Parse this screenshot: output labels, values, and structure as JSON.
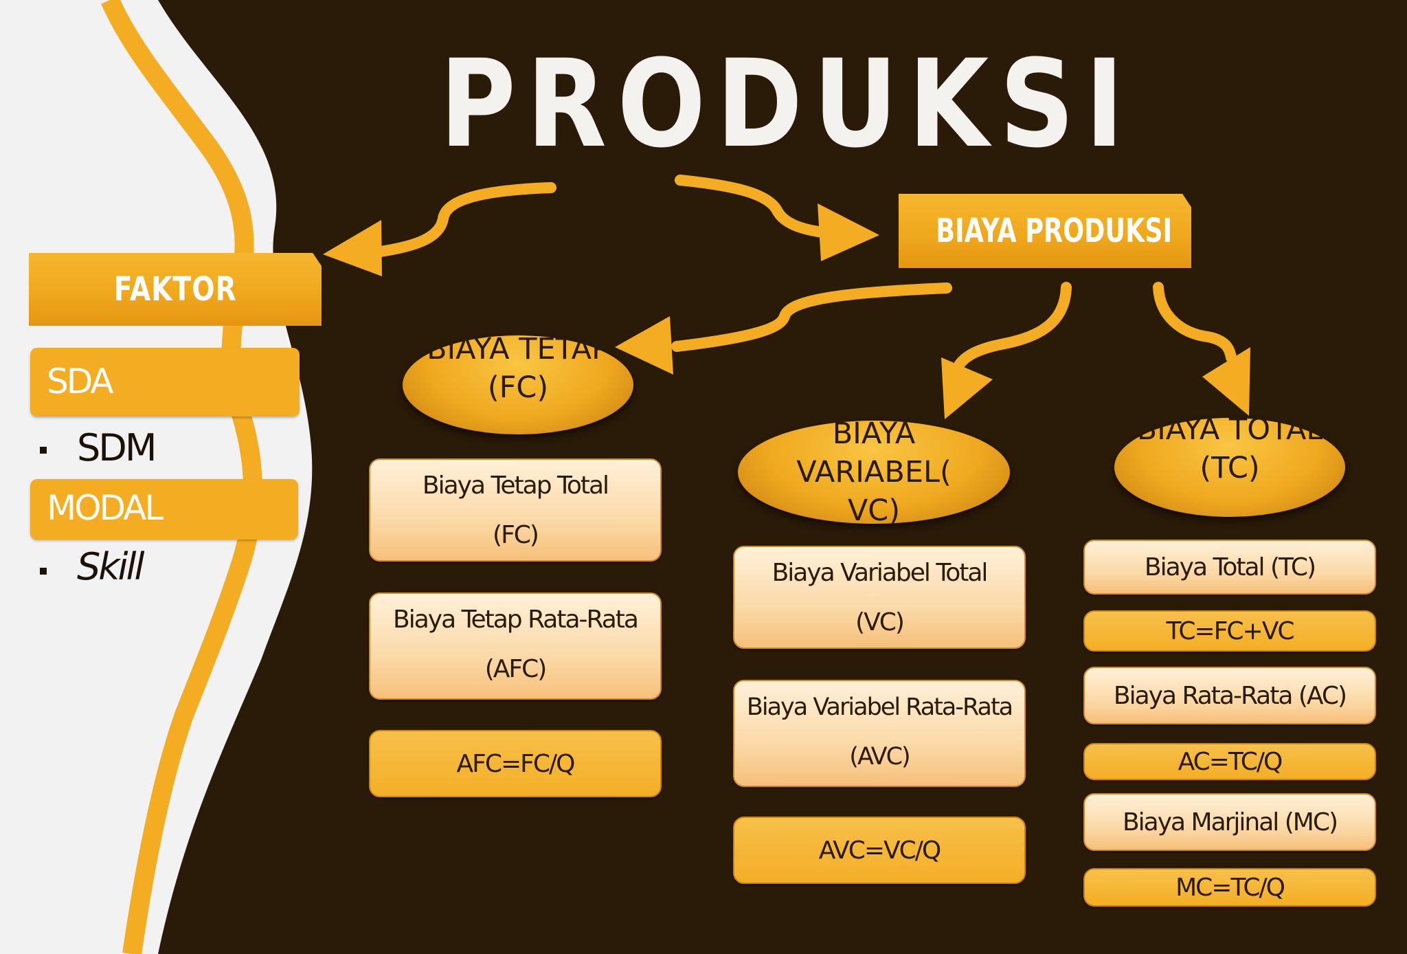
{
  "title": "PRODUKSI",
  "faktor": {
    "label": "FAKTOR",
    "items": [
      {
        "text": "SDA"
      },
      {
        "text": "SDM"
      },
      {
        "text": "MODAL"
      },
      {
        "text": "Skill"
      }
    ]
  },
  "biaya_produksi": {
    "label": "BIAYA PRODUKSI"
  },
  "fixed": {
    "title_lines": [
      "BIAYA",
      "TETAP",
      "(FC)"
    ],
    "boxes": [
      {
        "lines": [
          "Biaya Tetap Total",
          "(FC)"
        ]
      },
      {
        "lines": [
          "Biaya Tetap Rata-Rata",
          "(AFC)"
        ]
      },
      {
        "lines": [
          "AFC=FC/Q"
        ]
      }
    ]
  },
  "variable": {
    "title_lines": [
      "BIAYA",
      "VARIABEL(",
      "VC)"
    ],
    "boxes": [
      {
        "lines": [
          "Biaya Variabel Total",
          "(VC)"
        ]
      },
      {
        "lines": [
          "Biaya Variabel Rata-Rata",
          "(AVC)"
        ]
      },
      {
        "lines": [
          "AVC=VC/Q"
        ]
      }
    ]
  },
  "total": {
    "title_lines": [
      "BIAYA",
      "TOTAL",
      "(TC)"
    ],
    "boxes": [
      {
        "lines": [
          "Biaya Total (TC)"
        ]
      },
      {
        "lines": [
          "TC=FC+VC"
        ]
      },
      {
        "lines": [
          "Biaya Rata-Rata (AC)"
        ]
      },
      {
        "lines": [
          "AC=TC/Q"
        ]
      },
      {
        "lines": [
          "Biaya Marjinal (MC)"
        ]
      },
      {
        "lines": [
          "MC=TC/Q"
        ]
      }
    ]
  },
  "colors": {
    "background": "#2a1a08",
    "accent": "#f4ad22",
    "panel": "#f2f2f2",
    "box_light": "#fbd9a8"
  }
}
